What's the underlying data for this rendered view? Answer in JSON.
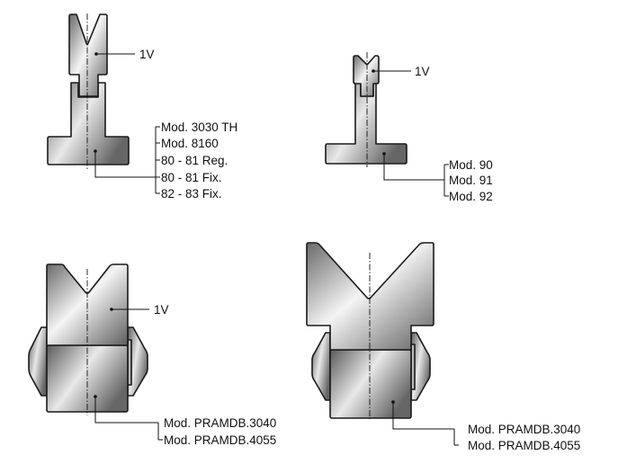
{
  "diagram_1": {
    "die_label": "1V",
    "holder_labels": [
      "Mod. 3030 TH",
      "Mod. 8160",
      "80 - 81 Reg.",
      "80 - 81 Fix.",
      "82 - 83 Fix."
    ]
  },
  "diagram_2": {
    "die_label": "1V",
    "holder_labels": [
      "Mod. 90",
      "Mod. 91",
      "Mod. 92"
    ]
  },
  "diagram_3": {
    "die_label": "1V",
    "holder_labels": [
      "Mod. PRAMDB.3040",
      "Mod. PRAMDB.4055"
    ]
  },
  "diagram_4": {
    "holder_labels": [
      "Mod. PRAMDB.3040",
      "Mod. PRAMDB.4055"
    ]
  },
  "colors": {
    "metal_dark": "#5a5a5a",
    "metal_light": "#f2f2f2",
    "line": "#111111"
  }
}
